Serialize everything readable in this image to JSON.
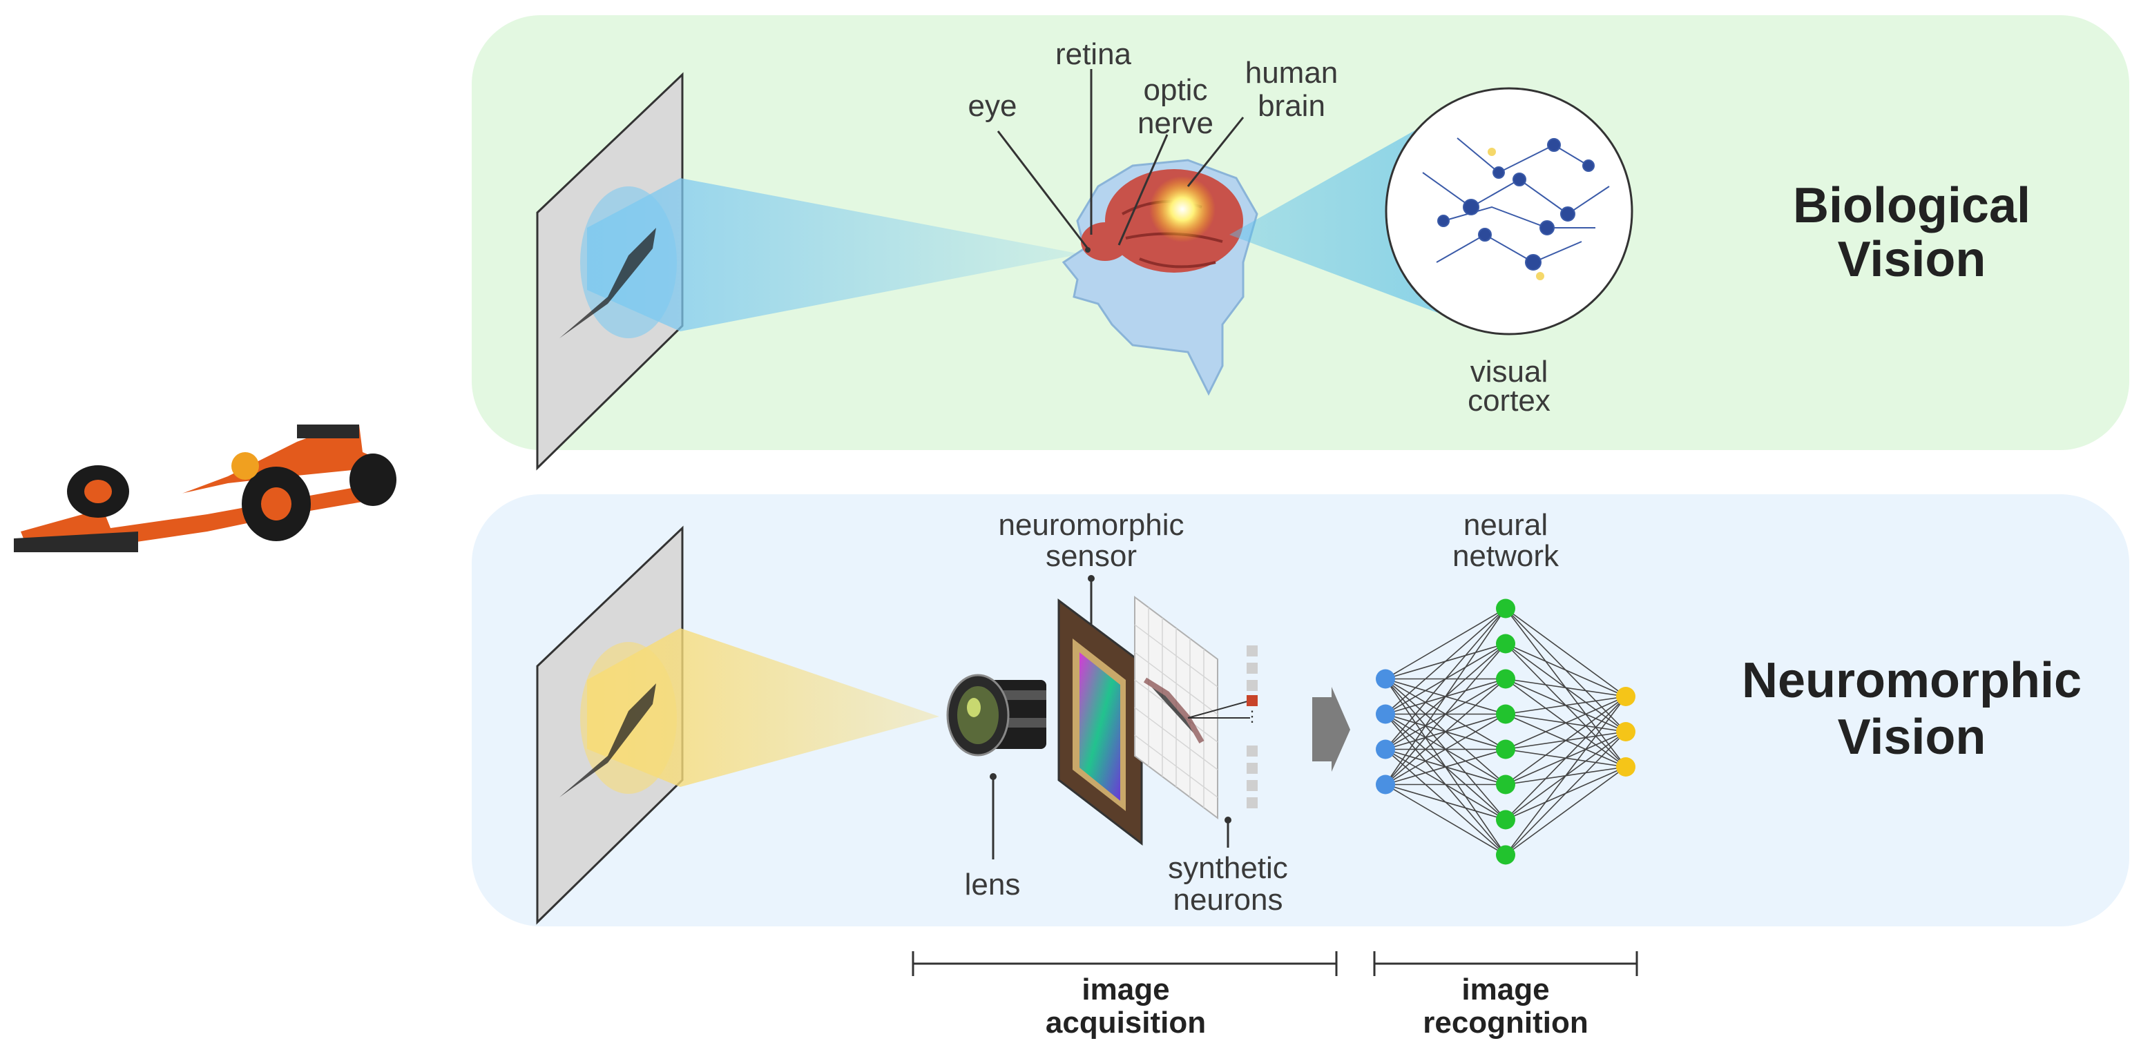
{
  "biological": {
    "title_line1": "Biological",
    "title_line2": "Vision",
    "labels": {
      "retina": "retina",
      "eye": "eye",
      "optic_line1": "optic",
      "optic_line2": "nerve",
      "brain_line1": "human",
      "brain_line2": "brain",
      "cortex_line1": "visual",
      "cortex_line2": "cortex"
    },
    "colors": {
      "panel": "#e3f8e1",
      "beam": "#7ec9f0"
    }
  },
  "neuromorphic": {
    "title_line1": "Neuromorphic",
    "title_line2": "Vision",
    "labels": {
      "sensor_line1": "neuromorphic",
      "sensor_line2": "sensor",
      "lens": "lens",
      "neurons_line1": "synthetic",
      "neurons_line2": "neurons",
      "network_line1": "neural",
      "network_line2": "network"
    },
    "colors": {
      "panel": "#eaf4fd",
      "beam": "#f7dc7a"
    },
    "network_layers": [
      {
        "count": 4,
        "color": "#4a90e2"
      },
      {
        "count": 8,
        "color": "#22c32e"
      },
      {
        "count": 3,
        "color": "#f5c518"
      }
    ]
  },
  "stages": {
    "acquisition_line1": "image",
    "acquisition_line2": "acquisition",
    "recognition_line1": "image",
    "recognition_line2": "recognition"
  }
}
